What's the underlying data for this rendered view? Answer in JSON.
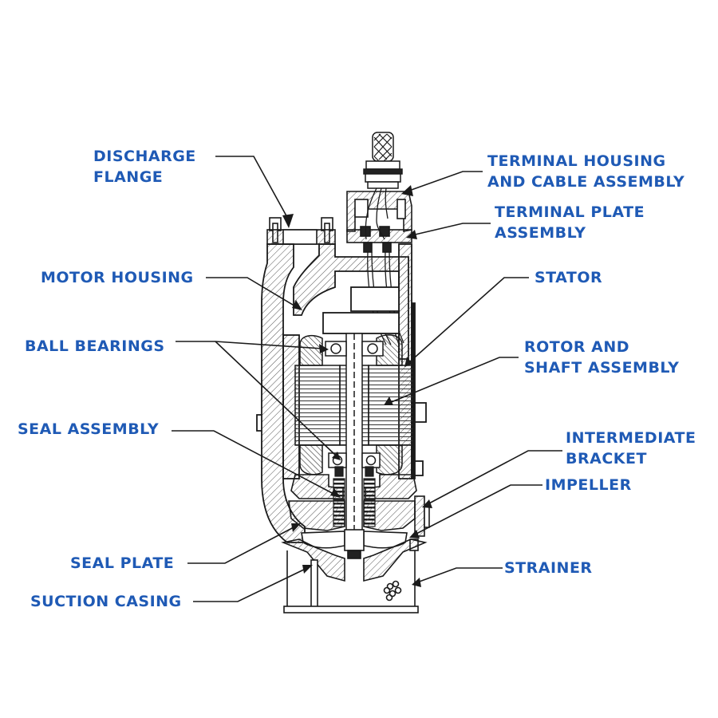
{
  "colors": {
    "label": "#1f5ab5",
    "line": "#1a1a1a",
    "hatch": "#444444",
    "background": "#ffffff"
  },
  "labels": {
    "discharge_flange": [
      "DISCHARGE",
      "FLANGE"
    ],
    "terminal_housing": [
      "TERMINAL HOUSING",
      "AND CABLE ASSEMBLY"
    ],
    "terminal_plate": [
      "TERMINAL PLATE",
      "ASSEMBLY"
    ],
    "motor_housing": [
      "MOTOR HOUSING"
    ],
    "stator": [
      "STATOR"
    ],
    "ball_bearings": [
      "BALL BEARINGS"
    ],
    "rotor_shaft": [
      "ROTOR AND",
      "SHAFT ASSEMBLY"
    ],
    "seal_assembly": [
      "SEAL ASSEMBLY"
    ],
    "intermediate_bracket": [
      "INTERMEDIATE",
      "BRACKET"
    ],
    "impeller": [
      "IMPELLER"
    ],
    "seal_plate": [
      "SEAL PLATE"
    ],
    "strainer": [
      "STRAINER"
    ],
    "suction_casing": [
      "SUCTION CASING"
    ]
  }
}
